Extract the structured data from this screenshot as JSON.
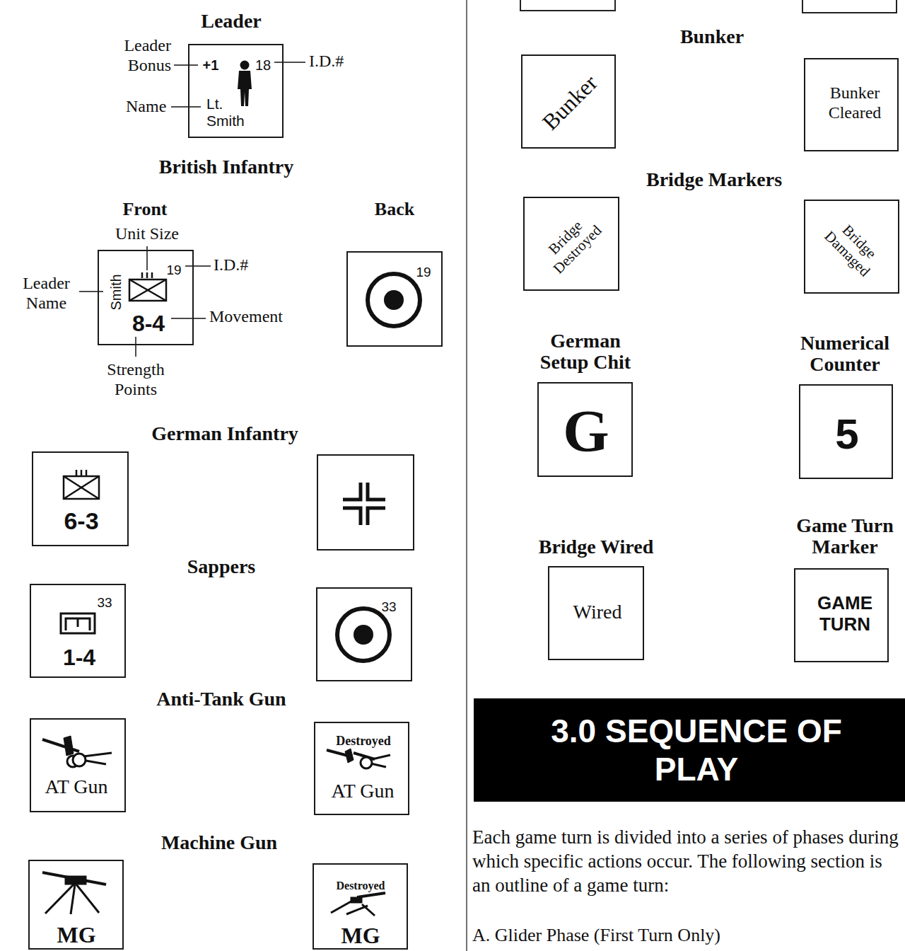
{
  "diagram": {
    "nodes": [
      {
        "text": [
          "+1",
          "18",
          "Lt. Smith"
        ]
      },
      {
        "text": [
          "Smith",
          "19",
          "8-4"
        ]
      },
      {
        "text": [
          "19"
        ]
      },
      {
        "text": [
          "6-3"
        ]
      },
      {
        "text": [
          "33",
          "1-4"
        ]
      },
      {
        "text": [
          "33"
        ]
      },
      {
        "text": [
          "AT Gun"
        ]
      },
      {
        "text": [
          "Destroyed",
          "AT Gun"
        ]
      },
      {
        "text": [
          "MG"
        ]
      },
      {
        "text": [
          "Destroyed",
          "MG"
        ]
      },
      {
        "text": [
          "Bunker"
        ]
      },
      {
        "text": [
          "Bunker Cleared"
        ]
      },
      {
        "text": [
          "Bridge Destroyed"
        ]
      },
      {
        "text": [
          "Bridge Damaged"
        ]
      },
      {
        "text": [
          "G"
        ]
      },
      {
        "text": [
          "5"
        ]
      },
      {
        "text": [
          "Wired"
        ]
      },
      {
        "text": [
          "GAME TURN"
        ]
      },
      {
        "text": [
          "3.0 SEQUENCE OF PLAY"
        ]
      }
    ],
    "labels": [
      "Leader",
      "Leader Bonus",
      "I.D.#",
      "Name",
      "British Infantry",
      "Front",
      "Back",
      "Unit Size",
      "I.D.#",
      "Leader Name",
      "Movement",
      "Strength Points",
      "German Infantry",
      "Sappers",
      "Anti-Tank Gun",
      "Machine Gun",
      "Bunker",
      "Bridge Markers",
      "German Setup Chit",
      "Numerical Counter",
      "Bridge Wired",
      "Game Turn Marker",
      "Each game turn is divided into a series of phases during which specific actions occur. The following section is an outline of a game turn:",
      "A. Glider Phase (First Turn Only)"
    ]
  }
}
